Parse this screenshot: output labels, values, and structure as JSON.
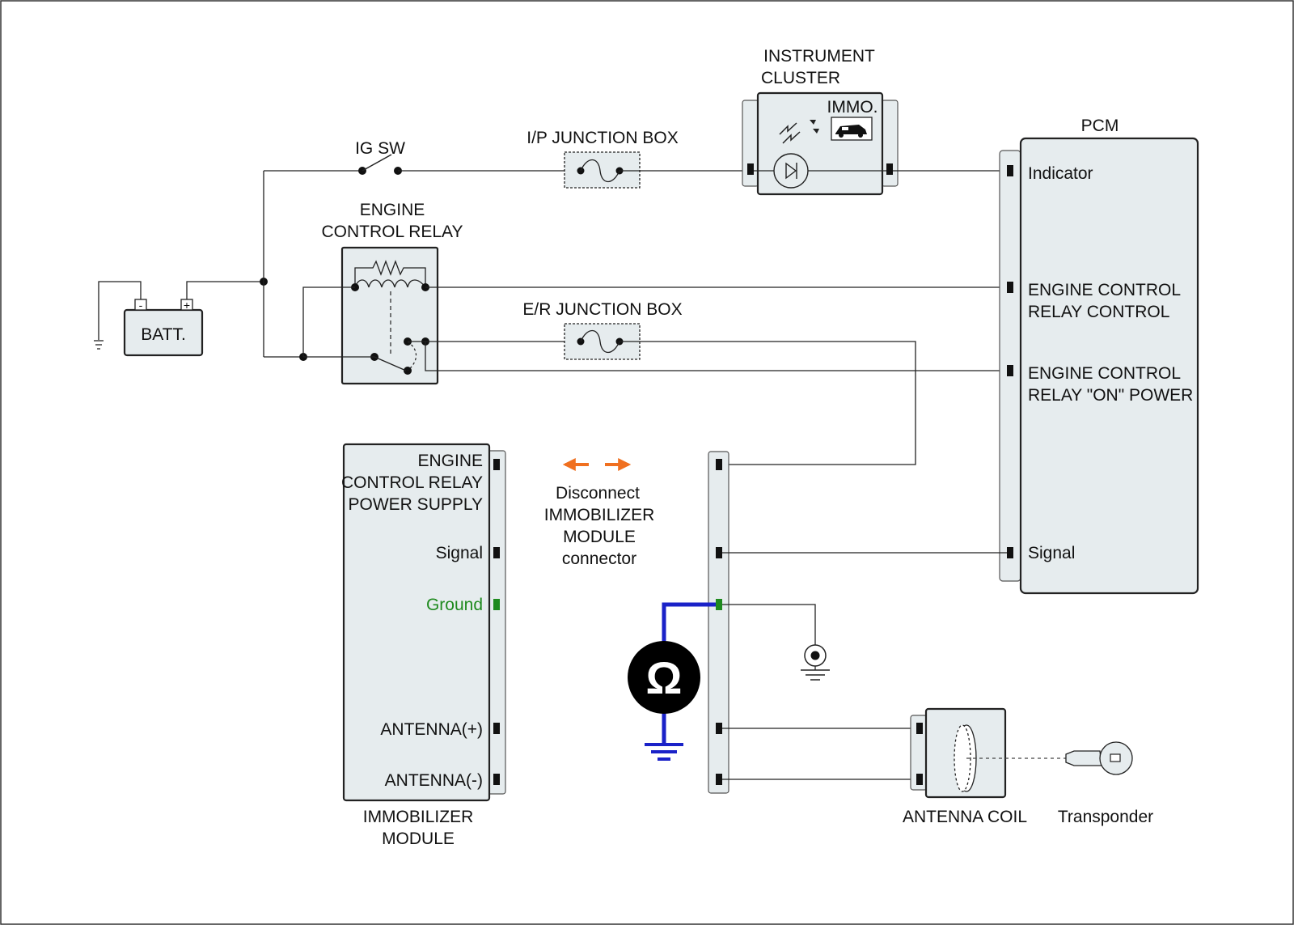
{
  "labels": {
    "batt": "BATT.",
    "batt_minus": "-",
    "batt_plus": "+",
    "ig_sw": "IG SW",
    "ecr_line1": "ENGINE",
    "ecr_line2": "CONTROL RELAY",
    "ip_jbox": "I/P JUNCTION BOX",
    "er_jbox": "E/R JUNCTION BOX",
    "cluster_line1": "INSTRUMENT",
    "cluster_line2": "CLUSTER",
    "immo_tag": "IMMO.",
    "pcm": "PCM",
    "pcm_indicator": "Indicator",
    "pcm_ecr_ctrl_1": "ENGINE CONTROL",
    "pcm_ecr_ctrl_2": "RELAY CONTROL",
    "pcm_ecr_on_1": "ENGINE CONTROL",
    "pcm_ecr_on_2": "RELAY \"ON\" POWER",
    "pcm_signal": "Signal",
    "immo_pin_1a": "ENGINE",
    "immo_pin_1b": "CONTROL RELAY",
    "immo_pin_1c": "POWER SUPPLY",
    "immo_pin_signal": "Signal",
    "immo_pin_ground": "Ground",
    "immo_pin_ant_plus": "ANTENNA(+)",
    "immo_pin_ant_minus": "ANTENNA(-)",
    "immo_module_1": "IMMOBILIZER",
    "immo_module_2": "MODULE",
    "disconnect_1": "Disconnect",
    "disconnect_2": "IMMOBILIZER",
    "disconnect_3": "MODULE",
    "disconnect_4": "connector",
    "ohm_symbol": "Ω",
    "antenna_coil": "ANTENNA COIL",
    "transponder": "Transponder"
  },
  "icons": {
    "battery": "battery-icon",
    "ground": "ground-icon",
    "switch": "switch-icon",
    "fuse": "fuse-icon",
    "relay_coil": "relay-coil-icon",
    "diode": "diode-icon",
    "car": "car-icon",
    "ohmmeter": "ohmmeter-icon",
    "coil": "antenna-coil-icon",
    "key": "key-icon",
    "arrows": "double-arrow-icon"
  },
  "colors": {
    "highlight_wire": "#1a22c8",
    "ground_text": "#1e8a1e",
    "arrow": "#f07020",
    "box_fill": "#e6ecee"
  }
}
